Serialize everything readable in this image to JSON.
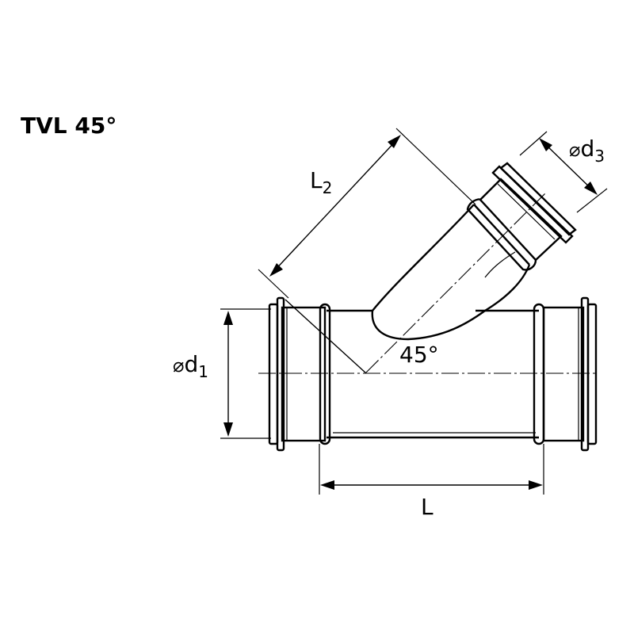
{
  "title": "TVL 45°",
  "labels": {
    "length": "L",
    "branch_length_base": "L",
    "branch_length_sub": "2",
    "main_diameter_symbol": "⌀",
    "main_diameter_base": "d",
    "main_diameter_sub": "1",
    "branch_diameter_symbol": "⌀",
    "branch_diameter_base": "d",
    "branch_diameter_sub": "3",
    "angle": "45°"
  }
}
